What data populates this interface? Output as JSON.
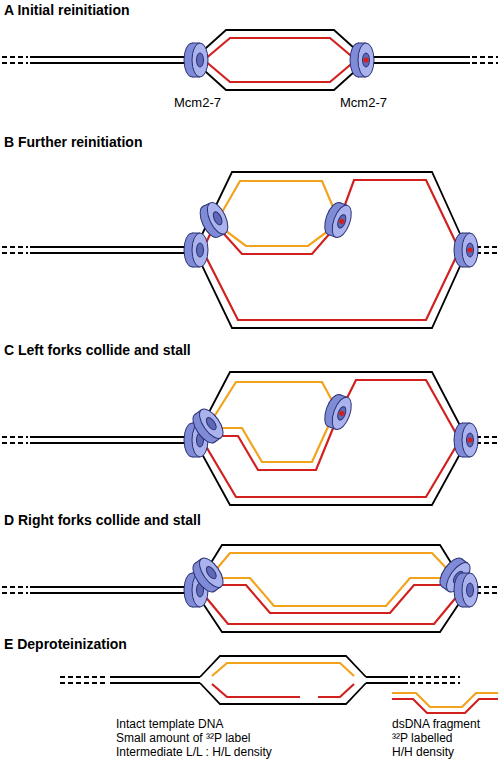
{
  "diagram": {
    "labels": [
      "A Initial reinitiation",
      "Mcm2-7",
      "Mcm2-7",
      "B Further reinitiation",
      "C Left forks collide and stall",
      "D Right forks collide and stall",
      "E Deproteinization",
      "Intact template DNA",
      "Small amount of ³²P label",
      "Intermediate L/L : H/L density",
      "dsDNA fragment",
      "³²P labelled",
      "H/H density"
    ]
  }
}
